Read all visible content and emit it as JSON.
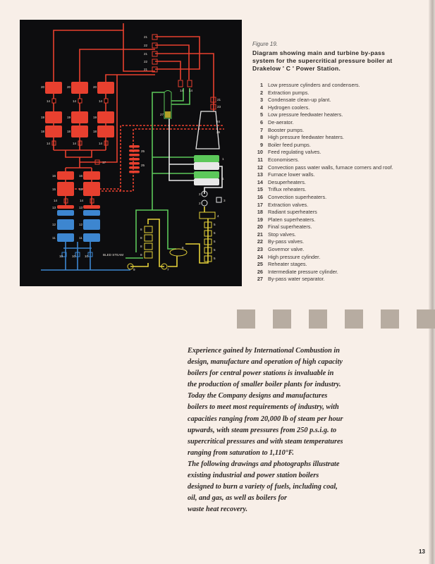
{
  "figure": {
    "label": "Figure 19.",
    "title_lines": [
      "Diagram showing main and turbine by-pass",
      "system for the supercritical pressure boiler at",
      "Drakelow ' C ' Power Station."
    ]
  },
  "key": [
    {
      "n": "1",
      "text": "Low pressure cylinders and condensers."
    },
    {
      "n": "2",
      "text": "Extraction pumps."
    },
    {
      "n": "3",
      "text": "Condensate clean-up plant."
    },
    {
      "n": "4",
      "text": "Hydrogen coolers."
    },
    {
      "n": "5",
      "text": "Low pressure feedwater heaters."
    },
    {
      "n": "6",
      "text": "De-aerator."
    },
    {
      "n": "7",
      "text": "Booster pumps."
    },
    {
      "n": "8",
      "text": "High pressure feedwater heaters."
    },
    {
      "n": "9",
      "text": "Boiler feed pumps."
    },
    {
      "n": "10",
      "text": "Feed regulating valves."
    },
    {
      "n": "11",
      "text": "Economisers."
    },
    {
      "n": "12",
      "text": "Convection pass water walls, furnace corners and roof."
    },
    {
      "n": "13",
      "text": "Furnace lower walls."
    },
    {
      "n": "14",
      "text": "Desuperheaters."
    },
    {
      "n": "15",
      "text": "Triflux reheaters."
    },
    {
      "n": "16",
      "text": "Convection superheaters."
    },
    {
      "n": "17",
      "text": "Extraction valves."
    },
    {
      "n": "18",
      "text": "Radiant superheaters"
    },
    {
      "n": "19",
      "text": "Platen superheaters."
    },
    {
      "n": "20",
      "text": "Final superheaters."
    },
    {
      "n": "21",
      "text": "Stop valves."
    },
    {
      "n": "22",
      "text": "By-pass valves."
    },
    {
      "n": "23",
      "text": "Governor valve."
    },
    {
      "n": "24",
      "text": "High pressure cylinder."
    },
    {
      "n": "25",
      "text": "Reheater stages."
    },
    {
      "n": "26",
      "text": "Intermediate pressure cylinder."
    },
    {
      "n": "27",
      "text": "By-pass water separator."
    }
  ],
  "diagram": {
    "bled_steam": "BLED STEAM",
    "labels": [
      "20",
      "20",
      "20",
      "14",
      "14",
      "14",
      "19",
      "19",
      "19",
      "18",
      "18",
      "18",
      "14",
      "14",
      "14",
      "17",
      "16",
      "16",
      "15",
      "15",
      "14",
      "14",
      "13",
      "13",
      "12",
      "12",
      "11",
      "11",
      "10",
      "10",
      "10",
      "21",
      "22",
      "21",
      "22",
      "21",
      "14",
      "14",
      "21",
      "23",
      "27",
      "24",
      "26",
      "25",
      "25",
      "1",
      "1",
      "2",
      "2",
      "3",
      "4",
      "5",
      "5",
      "5",
      "5",
      "5",
      "8",
      "8",
      "8",
      "8",
      "6",
      "7",
      "9"
    ],
    "colors": {
      "superheat": "#e8402f",
      "water": "#3d86d0",
      "feed": "#e6d23a",
      "condensate": "#5cc85a",
      "exhaust": "#e8e8e8",
      "background": "#0d0d0f"
    }
  },
  "decor": {
    "square_count": 6,
    "square_color": "#b7aca1"
  },
  "body_lines": [
    "Experience gained by International Combustion in",
    "design, manufacture and operation of high capacity",
    "boilers for central power stations is invaluable in",
    "the production of smaller boiler plants for industry.",
    "Today the Company designs and manufactures",
    "boilers to meet most requirements of industry, with",
    "capacities ranging from 20,000 lb of steam per hour",
    "upwards, with steam pressures from 250 p.s.i.g. to",
    "supercritical pressures and with steam temperatures",
    "ranging from saturation to 1,110°F.",
    "The following drawings and photographs illustrate",
    "existing industrial and power station boilers",
    "designed to burn a variety of fuels, including coal,",
    "oil, and gas, as well as boilers for",
    "waste heat recovery."
  ],
  "page_number": "13"
}
